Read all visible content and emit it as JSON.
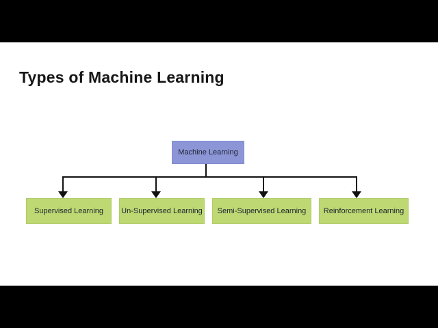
{
  "frame": {
    "letterbox_color": "#000000",
    "background": "#ffffff"
  },
  "title": "Types of Machine Learning",
  "diagram": {
    "type": "tree",
    "root": {
      "label": "Machine Learning",
      "fill": "#8c96d7",
      "border": "#7e8bd0"
    },
    "children": [
      {
        "label": "Supervised Learning"
      },
      {
        "label": "Un-Supervised Learning"
      },
      {
        "label": "Semi-Supervised Learning"
      },
      {
        "label": "Reinforcement Learning"
      }
    ],
    "child_fill": "#bed873",
    "child_border": "#b0cc69",
    "connector_color": "#111111",
    "text_color": "#1c2430"
  }
}
